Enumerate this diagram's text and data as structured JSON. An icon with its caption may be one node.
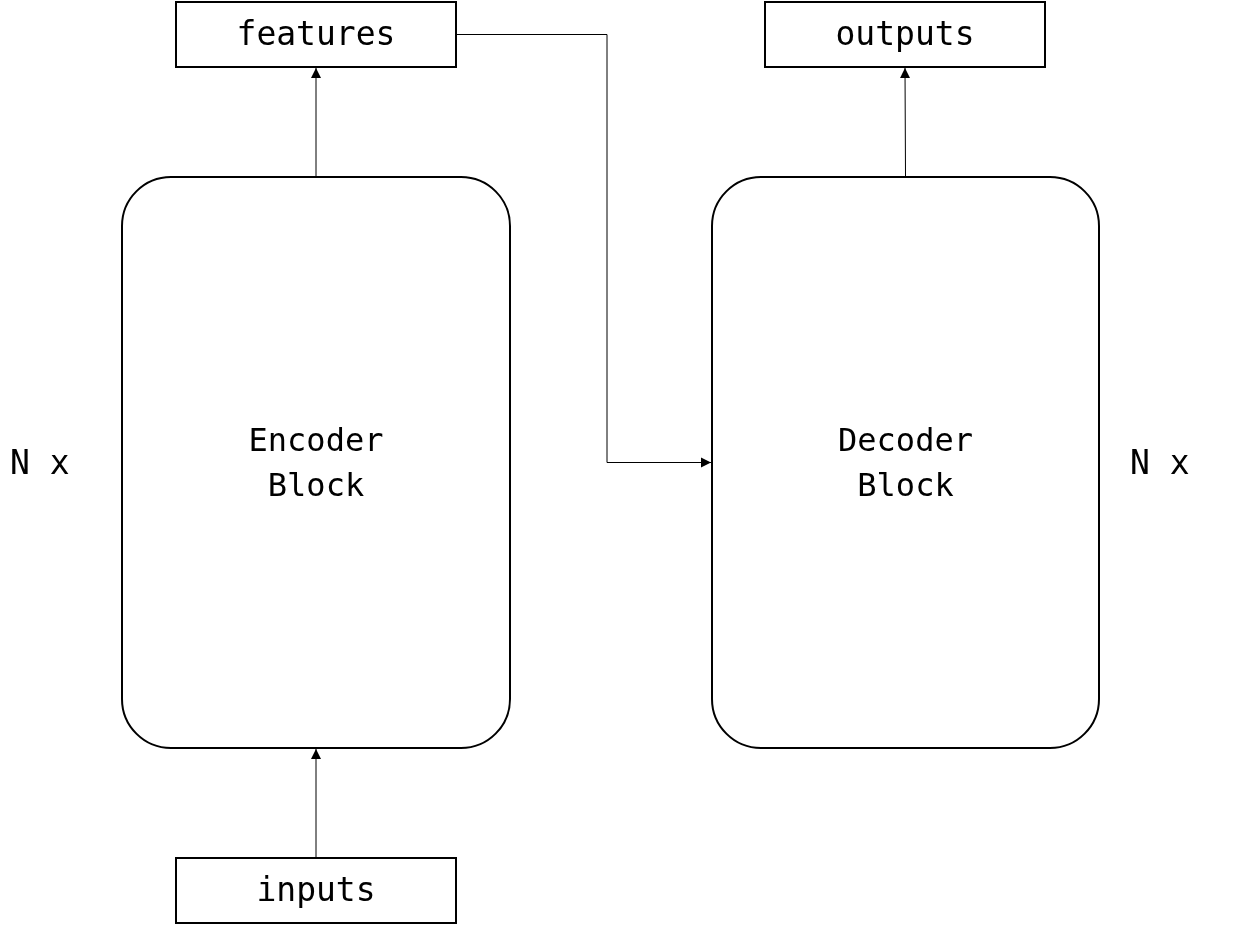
{
  "diagram": {
    "nodes": [
      {
        "text": [
          "features"
        ]
      },
      {
        "text": [
          "outputs"
        ]
      },
      {
        "text": [
          "Encoder Block"
        ]
      },
      {
        "text": [
          "Decoder Block"
        ]
      },
      {
        "text": [
          "inputs"
        ]
      }
    ],
    "edges": [
      {
        "from": 4,
        "to": 2,
        "arrow": "to"
      },
      {
        "from": 2,
        "to": 0,
        "arrow": "to"
      },
      {
        "from": 0,
        "to": 3,
        "arrow": "to"
      },
      {
        "from": 3,
        "to": 1,
        "arrow": "to"
      }
    ],
    "labels": [
      "N x",
      "N x"
    ]
  }
}
